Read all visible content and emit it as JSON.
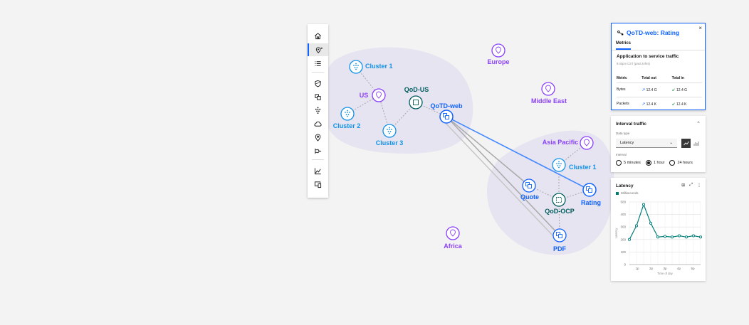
{
  "toolbar": {
    "items": [
      {
        "icon": "home-icon"
      },
      {
        "icon": "location-filter-icon",
        "active": true
      },
      {
        "icon": "list-icon"
      },
      {
        "icon": "shield-icon"
      },
      {
        "icon": "app-icon"
      },
      {
        "icon": "cluster-icon"
      },
      {
        "icon": "cloud-icon"
      },
      {
        "icon": "location-icon"
      },
      {
        "icon": "flow-icon"
      },
      {
        "icon": "chart-line-icon"
      },
      {
        "icon": "devices-icon"
      }
    ]
  },
  "map": {
    "regions": {
      "us": "US",
      "europe": "Europe",
      "middle_east": "Middle East",
      "asia_pacific": "Asia Pacific",
      "africa": "Africa"
    },
    "clusters": {
      "us_cluster_1": "Cluster 1",
      "us_cluster_2": "Cluster 2",
      "us_cluster_3": "Cluster 3",
      "ap_cluster_1": "Cluster 1"
    },
    "services": {
      "qod_us": "QoD-US",
      "qotd_web": "QoTD-web",
      "quote": "Quote",
      "qod_ocp": "QoD-OCP",
      "rating": "Rating",
      "pdf": "PDF"
    },
    "colors": {
      "region": "#8a3ffc",
      "cluster": "#1192e8",
      "service": "#0f62fe",
      "namespace": "#005d5d",
      "link_selected": "#4589ff",
      "link": "#a8a8a8",
      "group": "#e5e3f0"
    }
  },
  "details_panel": {
    "title": "QoTD-web: Rating",
    "close": "×",
    "tab": "Metrics",
    "section_title": "Application to service traffic",
    "section_sub": "9:43pm CST (past 24hrs)",
    "columns": [
      "Metric",
      "Total out",
      "Total in"
    ],
    "rows": [
      {
        "metric": "Bytes",
        "out": "12.4 G",
        "in": "12.4 G"
      },
      {
        "metric": "Packets",
        "out": "12.4 K",
        "in": "12.4 K"
      }
    ]
  },
  "interval_panel": {
    "title": "Interval traffic",
    "data_type_label": "Data type",
    "data_type_value": "Latency",
    "interval_label": "Interval",
    "options": [
      {
        "label": "5 minutes",
        "selected": false
      },
      {
        "label": "1 hour",
        "selected": true
      },
      {
        "label": "24 hours",
        "selected": false
      }
    ]
  },
  "latency_panel": {
    "title": "Latency",
    "legend": "Milliseconds",
    "series_color": "#007d79"
  },
  "chart_data": {
    "type": "line",
    "title": "Latency",
    "xlabel": "Time of day",
    "ylabel": "Latency",
    "ylim": [
      0,
      500
    ],
    "yticks": [
      "0",
      "100",
      "200",
      "300",
      "400",
      "500"
    ],
    "xticks": [
      "1p",
      "2p",
      "3p",
      "4p",
      "5p"
    ],
    "series": [
      {
        "name": "Milliseconds",
        "values": [
          200,
          310,
          480,
          330,
          220,
          225,
          220,
          230,
          220,
          230,
          220
        ]
      }
    ]
  }
}
